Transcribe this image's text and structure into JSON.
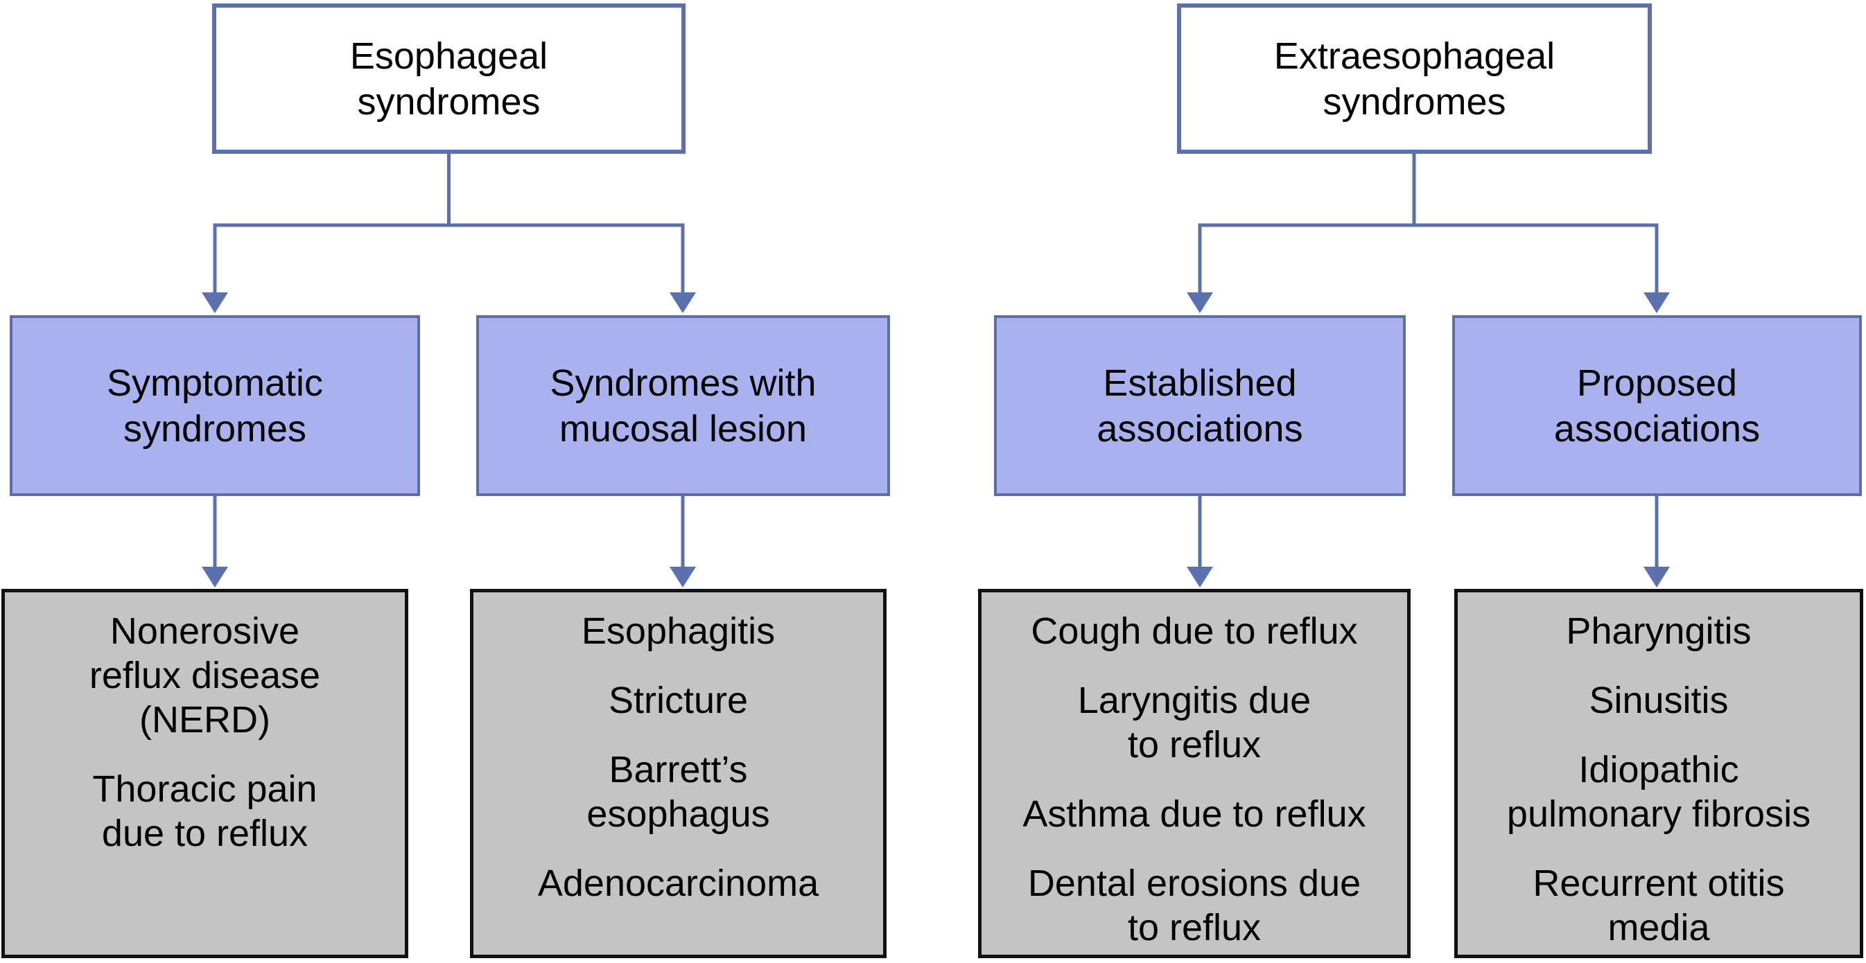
{
  "colors": {
    "connector": "#5b70ae",
    "purple_fill": "#a9b2ee",
    "purple_border": "#5c6da9",
    "gray_fill": "#c4c4c4",
    "gray_border": "#111111",
    "text": "#000000",
    "background": "#ffffff"
  },
  "diagram": {
    "type": "flowchart",
    "nodes": {
      "root_left": {
        "label": "Esophageal\nsyndromes"
      },
      "root_right": {
        "label": "Extraesophageal\nsyndromes"
      },
      "branch_symptomatic": {
        "label": "Symptomatic\nsyndromes"
      },
      "branch_mucosal": {
        "label": "Syndromes with\nmucosal lesion"
      },
      "branch_established": {
        "label": "Established\nassociations"
      },
      "branch_proposed": {
        "label": "Proposed\nassociations"
      },
      "leaf_symptomatic": {
        "items": [
          "Nonerosive\nreflux disease\n(NERD)",
          "Thoracic pain\ndue to reflux"
        ]
      },
      "leaf_mucosal": {
        "items": [
          "Esophagitis",
          "Stricture",
          "Barrett’s\nesophagus",
          "Adenocarcinoma"
        ]
      },
      "leaf_established": {
        "items": [
          "Cough due to reflux",
          "Laryngitis due\nto reflux",
          "Asthma due to reflux",
          "Dental erosions due\nto reflux"
        ]
      },
      "leaf_proposed": {
        "items": [
          "Pharyngitis",
          "Sinusitis",
          "Idiopathic\npulmonary fibrosis",
          "Recurrent otitis\nmedia"
        ]
      }
    },
    "edges": [
      {
        "from": "root_left",
        "to": "branch_symptomatic"
      },
      {
        "from": "root_left",
        "to": "branch_mucosal"
      },
      {
        "from": "root_right",
        "to": "branch_established"
      },
      {
        "from": "root_right",
        "to": "branch_proposed"
      },
      {
        "from": "branch_symptomatic",
        "to": "leaf_symptomatic"
      },
      {
        "from": "branch_mucosal",
        "to": "leaf_mucosal"
      },
      {
        "from": "branch_established",
        "to": "leaf_established"
      },
      {
        "from": "branch_proposed",
        "to": "leaf_proposed"
      }
    ]
  }
}
